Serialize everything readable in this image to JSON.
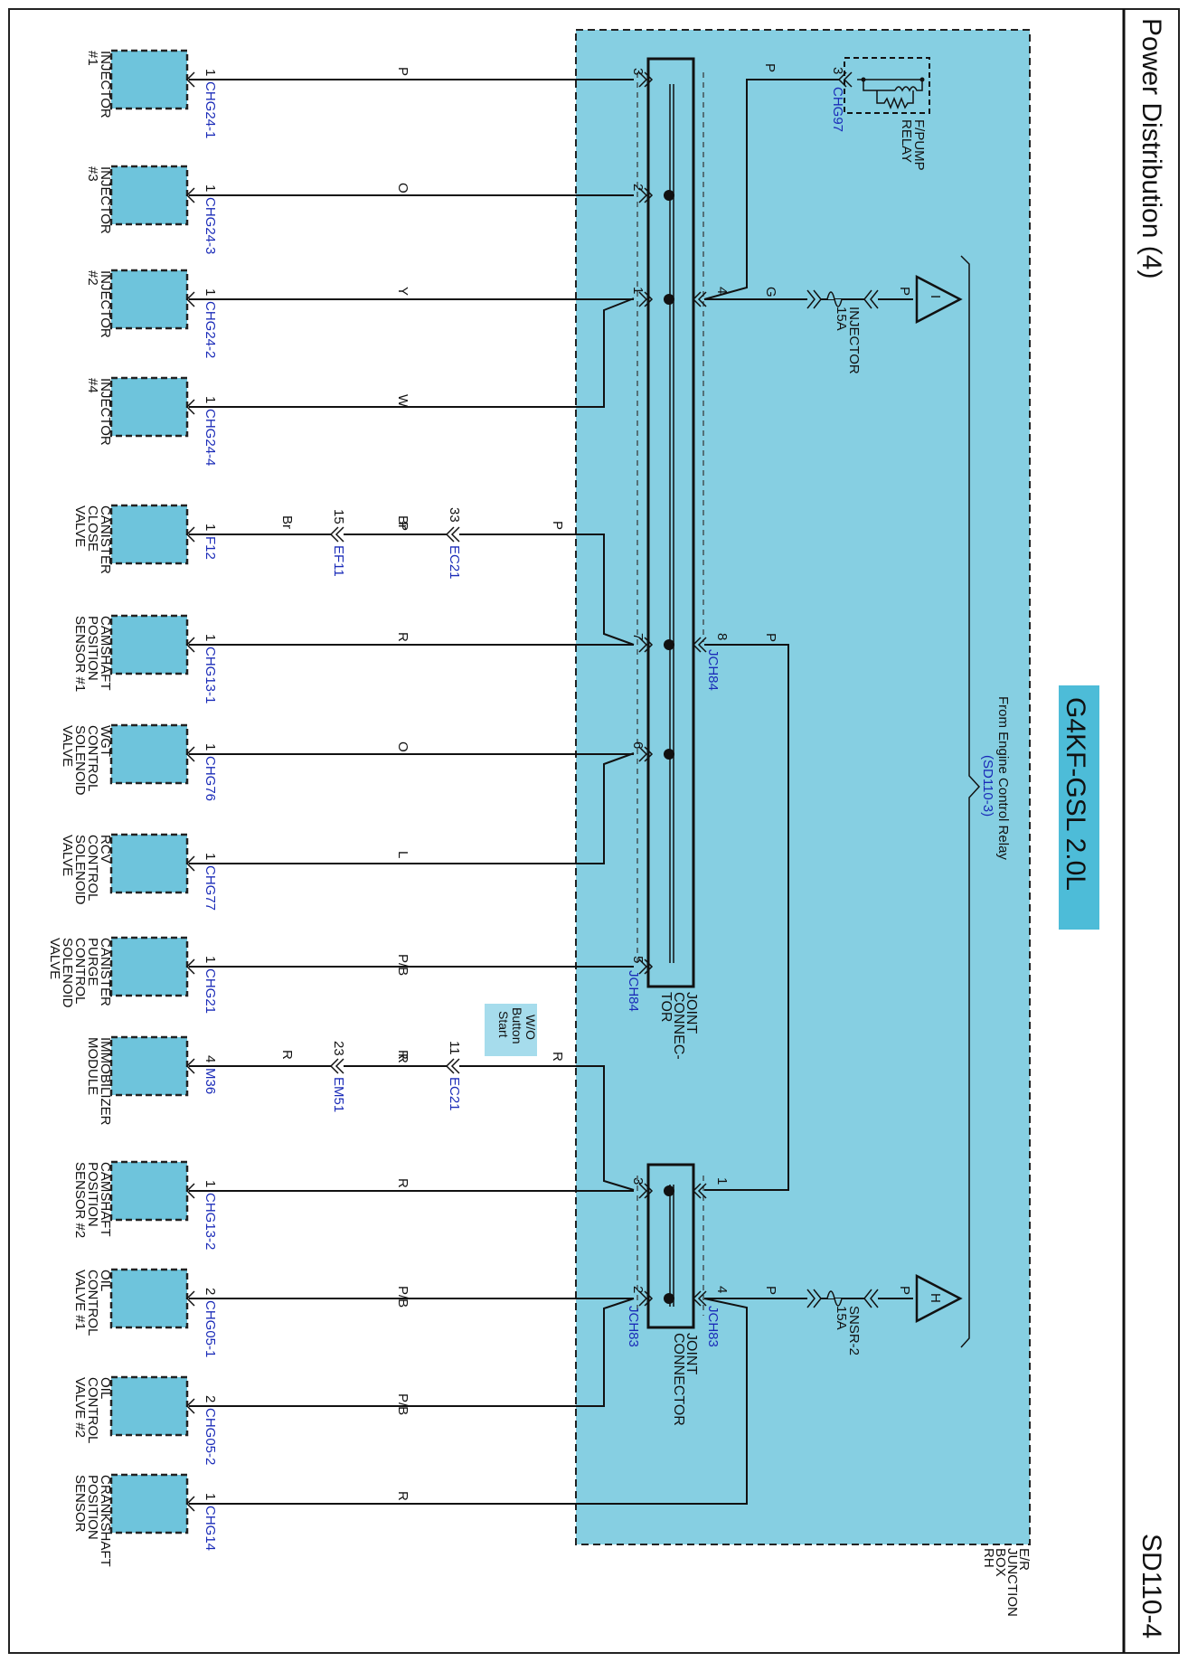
{
  "header": {
    "title": "Power Distribution (4)",
    "page_code": "SD110-4"
  },
  "badge": {
    "text": "G4KF-GSL 2.0L"
  },
  "source_note": {
    "line1": "From Engine Control Relay",
    "line2": "(SD110-3)"
  },
  "junction_box": {
    "line1": "E/R",
    "line2": "JUNCTION",
    "line3": "BOX",
    "line4": "RH"
  },
  "colors": {
    "panel": "#86cfe2",
    "component": "#6ec4dc",
    "badge": "#4dbcd8",
    "note": "#a6dcec",
    "connector_text": "#1a2bb8",
    "wire": "#111111"
  },
  "components": [
    {
      "name": "INJECTOR #1",
      "lines": [
        "INJECTOR",
        "#1"
      ],
      "pin": "1",
      "connector": "CHG24-1",
      "wire": "P"
    },
    {
      "name": "INJECTOR #3",
      "lines": [
        "INJECTOR",
        "#3"
      ],
      "pin": "1",
      "connector": "CHG24-3",
      "wire": "O"
    },
    {
      "name": "INJECTOR #2",
      "lines": [
        "INJECTOR",
        "#2"
      ],
      "pin": "1",
      "connector": "CHG24-2",
      "wire": "Y"
    },
    {
      "name": "INJECTOR #4",
      "lines": [
        "INJECTOR",
        "#4"
      ],
      "pin": "1",
      "connector": "CHG24-4",
      "wire": "W"
    },
    {
      "name": "CANISTER CLOSE VALVE",
      "lines": [
        "CANISTER",
        "CLOSE",
        "VALVE"
      ],
      "pin": "1",
      "connector": "F12",
      "wire": "P"
    },
    {
      "name": "CAMSHAFT POSITION SENSOR #1",
      "lines": [
        "CAMSHAFT",
        "POSITION",
        "SENSOR #1"
      ],
      "pin": "1",
      "connector": "CHG13-1",
      "wire": "R"
    },
    {
      "name": "WGT CONTROL SOLENOID VALVE",
      "lines": [
        "WGT",
        "CONTROL",
        "SOLENOID",
        "VALVE"
      ],
      "pin": "1",
      "connector": "CHG76",
      "wire": "O"
    },
    {
      "name": "RCV CONTROL SOLENOID VALVE",
      "lines": [
        "RCV",
        "CONTROL",
        "SOLENOID",
        "VALVE"
      ],
      "pin": "1",
      "connector": "CHG77",
      "wire": "L"
    },
    {
      "name": "CANISTER PURGE CONTROL SOLENOID VALVE",
      "lines": [
        "CANISTER",
        "PURGE",
        "CONTROL",
        "SOLENOID",
        "VALVE"
      ],
      "pin": "1",
      "connector": "CHG21",
      "wire": "P/B"
    },
    {
      "name": "IMMOBILIZER MODULE",
      "lines": [
        "IMMOBILIZER",
        "MODULE"
      ],
      "pin": "4",
      "connector": "M36",
      "wire": "R"
    },
    {
      "name": "CAMSHAFT POSITION SENSOR #2",
      "lines": [
        "CAMSHAFT",
        "POSITION",
        "SENSOR #2"
      ],
      "pin": "1",
      "connector": "CHG13-2",
      "wire": "R"
    },
    {
      "name": "OIL CONTROL VALVE #1",
      "lines": [
        "OIL",
        "CONTROL",
        "VALVE #1"
      ],
      "pin": "2",
      "connector": "CHG05-1",
      "wire": "P/B"
    },
    {
      "name": "OIL CONTROL VALVE #2",
      "lines": [
        "OIL",
        "CONTROL",
        "VALVE #2"
      ],
      "pin": "2",
      "connector": "CHG05-2",
      "wire": "P/B"
    },
    {
      "name": "CRANKSHAFT POSITION SENSOR",
      "lines": [
        "CRANKSHAFT",
        "POSITION",
        "SENSOR"
      ],
      "pin": "1",
      "connector": "CHG14",
      "wire": "R"
    }
  ],
  "inline_connectors": {
    "canister_close": {
      "wire_out": "Br",
      "ef_pin": "15",
      "ef_code": "EF11",
      "wire_mid": "Br",
      "ec_pin": "33",
      "ec_code": "EC21",
      "wire_in": "P"
    },
    "immobilizer": {
      "wire_out": "R",
      "em_pin": "23",
      "em_code": "EM51",
      "wire_mid": "R",
      "ec_pin": "11",
      "ec_code": "EC21",
      "wire_in": "R"
    }
  },
  "note_box": {
    "line1": "W/O",
    "line2": "Button",
    "line3": "Start"
  },
  "joint_connector_upper": {
    "label_lines": [
      "JOINT",
      "CONNEC-",
      "TOR"
    ],
    "code_left": "JCH84",
    "code_right": "JCH84",
    "pins": {
      "p3": "3",
      "p2": "2",
      "p1": "1",
      "p4": "4",
      "p7": "7",
      "p8": "8",
      "p6": "6",
      "p5": "5"
    }
  },
  "joint_connector_lower": {
    "label_lines": [
      "JOINT",
      "CONNECTOR"
    ],
    "code_left": "JCH83",
    "code_right": "JCH83",
    "pins": {
      "p3": "3",
      "p1": "1",
      "p2": "2",
      "p4": "4"
    }
  },
  "relay": {
    "pin": "3",
    "code": "CHG97",
    "label_lines": [
      "F/PUMP",
      "RELAY"
    ],
    "wire": "P"
  },
  "fuses": {
    "injector": {
      "name": "INJECTOR",
      "rating": "15A",
      "wire_left": "G",
      "wire_right": "P",
      "source": "I"
    },
    "snsr2": {
      "name": "SNSR-2",
      "rating": "15A",
      "wire_left": "P",
      "wire_right": "P",
      "source": "H"
    }
  },
  "jch84_out": {
    "wire": "P"
  }
}
